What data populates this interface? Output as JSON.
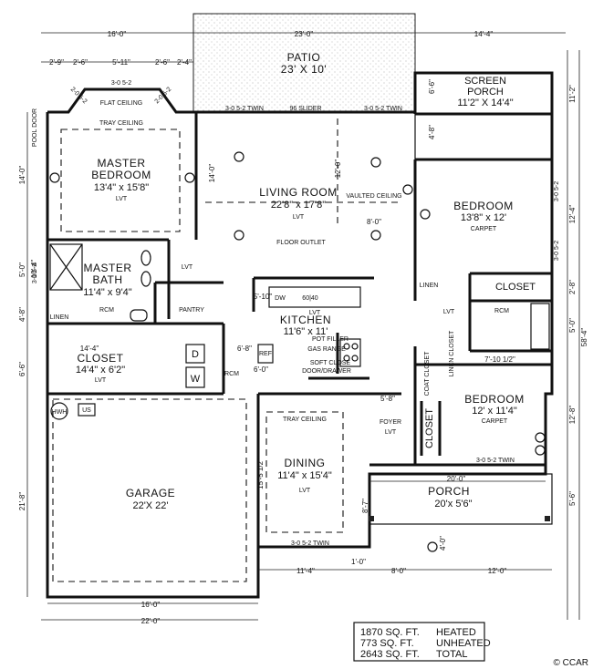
{
  "rooms": {
    "patio": {
      "name": "PATIO",
      "size": "23' X 10'"
    },
    "screen_porch": {
      "name1": "SCREEN",
      "name2": "PORCH",
      "size": "11'2\" X 14'4\""
    },
    "master_bedroom": {
      "name1": "MASTER",
      "name2": "BEDROOM",
      "size": "13'4\" x 15'8\"",
      "floor": "LVT"
    },
    "living_room": {
      "name": "LIVING ROOM",
      "size": "22'8\" x 17'8\"",
      "floor": "LVT"
    },
    "bedroom_1": {
      "name": "BEDROOM",
      "size": "13'8\" x 12'",
      "floor": "CARPET"
    },
    "master_bath": {
      "name1": "MASTER",
      "name2": "BATH",
      "size": "11'4\" x 9'4\""
    },
    "kitchen": {
      "name": "KITCHEN",
      "size": "11'6\" x 11'",
      "floor": "LVT"
    },
    "closet_master": {
      "name": "CLOSET",
      "size": "14'4\" x 6'2\"",
      "floor": "LVT"
    },
    "closet_bed1": {
      "name": "CLOSET"
    },
    "bedroom_2": {
      "name": "BEDROOM",
      "size": "12' x 11'4\"",
      "floor": "CARPET"
    },
    "garage": {
      "name": "GARAGE",
      "size": "22'X 22'"
    },
    "dining": {
      "name": "DINING",
      "size": "11'4\" x 15'4\"",
      "floor": "LVT"
    },
    "porch": {
      "name": "PORCH",
      "size": "20'x 5'6\""
    }
  },
  "labels": {
    "flat_ceiling": "FLAT CEILING",
    "tray_ceiling": "TRAY CEILING",
    "tray_ceiling_dining": "TRAY CEILING",
    "vaulted_ceiling": "VAULTED CEILING",
    "floor_outlet": "FLOOR OUTLET",
    "slider": "96 SLIDER",
    "twin1": "3-0 5-2 TWIN",
    "twin2": "3-0 5-2 TWIN",
    "twin_dining": "3-0 5-2 TWIN",
    "twin_bed2": "3-0 5-2 TWIN",
    "bay_top": "3-0 5-2",
    "bay_left": "2-0 5-2",
    "bay_right": "2-0 5-2",
    "pool_door": "POOL DOOR",
    "win_r1": "3-0 5-2",
    "win_r2": "3-0 5-2",
    "win_mb": "3-0 5-2",
    "linen": "LINEN",
    "linen2": "LINEN",
    "pantry": "PANTRY",
    "rcm1": "RCM",
    "rcm2": "RCM",
    "rcm3": "RCM",
    "lvt_hall": "LVT",
    "lvt_hall2": "LVT",
    "foyer": "FOYER",
    "lvt_foyer": "LVT",
    "coat_closet": "COAT CLOSET",
    "linen_closet": "LINEN CLOSET",
    "pot_filler": "POT FILLER",
    "gas_range": "GAS RANGE",
    "soft_close": "SOFT CLOSE",
    "door_drawer": "DOOR/DRAWER",
    "dw": "DW",
    "mw": "60|40",
    "ref": "REF",
    "washer": "W",
    "dryer": "D",
    "hwh": "HWH",
    "us": "US"
  },
  "dimensions": {
    "top_16": "16'-0\"",
    "top_23": "23'-0\"",
    "top_14_4": "14'-4\"",
    "top_2_9": "2'-9\"",
    "top_2_6a": "2'-6\"",
    "top_5_11": "5'-11\"",
    "top_2_6b": "2'-6\"",
    "top_2_4": "2'-4\"",
    "left_14": "14'-0\"",
    "left_5": "5'-0\"",
    "left_4_8": "4'-8\"",
    "left_6_6": "6'-6\"",
    "left_21_8": "21'-8\"",
    "right_11_2": "11'-2\"",
    "right_12_4": "12'-4\"",
    "right_2_8": "2'-8\"",
    "right_5_0": "5'-0\"",
    "right_58_4": "58'-4\"",
    "right_12_8": "12'-8\"",
    "right_5_6": "5'-6\"",
    "bot_16": "16'-0\"",
    "bot_22": "22'-0\"",
    "bot_11_4": "11'-4\"",
    "bot_1_0": "1'-0\"",
    "bot_8_0": "8'-0\"",
    "bot_12_0": "12'-0\"",
    "porch_20": "20'-0\"",
    "porch_4_0": "4'-0\"",
    "dining_8_7": "8'-7\"",
    "dining_15": "15'-5 1/2\"",
    "lr_12": "12'-0\"",
    "lr_14": "14'-0\"",
    "lr_8": "8'-0\"",
    "sp_6_6": "6'-6\"",
    "sp_4_8": "4'-8\"",
    "k_5_10": "5'-10\"",
    "k_6_8": "6'-8\"",
    "k_6_0": "6'-0\"",
    "k_5_8": "5'-8\"",
    "b2_7_10": "7'-10 1/2\"",
    "mb_14_4": "14'-4\"",
    "pt_10_4": "10'-4\""
  },
  "totals": [
    {
      "value": "1870 SQ. FT.",
      "label": "HEATED"
    },
    {
      "value": "773 SQ. FT.",
      "label": "UNHEATED"
    },
    {
      "value": "2643 SQ. FT.",
      "label": "TOTAL"
    }
  ],
  "watermark": "© CCAR"
}
